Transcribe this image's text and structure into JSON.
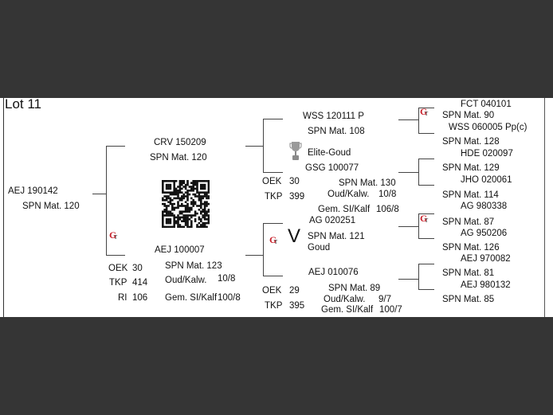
{
  "title": "Lot 11",
  "subject": {
    "id": "AEJ 190142",
    "mat": "SPN Mat. 120"
  },
  "sire": {
    "id": "CRV 150209",
    "mat": "SPN Mat. 120"
  },
  "dam": {
    "id": "AEJ 100007",
    "mat": "SPN Mat. 123",
    "oek_label": "OEK",
    "oek": "30",
    "tkp_label": "TKP",
    "tkp": "414",
    "ri_label": "RI",
    "ri": "106",
    "oud_label": "Oud/Kalw.",
    "oud": "10/8",
    "gem_label": "Gem. SI/Kalf",
    "gem": "100/8"
  },
  "sire_sire": {
    "id": "WSS 120111  P",
    "mat": "SPN Mat. 108"
  },
  "sire_dam": {
    "award": "Elite-Goud",
    "id": "GSG 100077",
    "mat": "SPN Mat. 130",
    "oek_label": "OEK",
    "oek": "30",
    "tkp_label": "TKP",
    "tkp": "399",
    "oud_label": "Oud/Kalw.",
    "oud": "10/8",
    "gem_label": "Gem. SI/Kalf",
    "gem": "106/8"
  },
  "dam_sire": {
    "id": "AG  020251",
    "grade": "V",
    "mat": "SPN Mat. 121",
    "award": "Goud"
  },
  "dam_dam": {
    "id": "AEJ 010076",
    "mat": "SPN Mat. 89",
    "oek_label": "OEK",
    "oek": "29",
    "tkp_label": "TKP",
    "tkp": "395",
    "oud_label": "Oud/Kalw.",
    "oud": "9/7",
    "gem_label": "Gem. SI/Kalf",
    "gem": "100/7"
  },
  "gen4": [
    {
      "id": "FCT 040101",
      "mat": "SPN Mat. 90"
    },
    {
      "id": "WSS 060005  Pp(c)",
      "mat": "SPN Mat. 128"
    },
    {
      "id": "HDE 020097",
      "mat": "SPN Mat. 129"
    },
    {
      "id": "JHO 020061",
      "mat": "SPN Mat. 114"
    },
    {
      "id": "AG  980338",
      "mat": "SPN Mat. 87"
    },
    {
      "id": "AG  950206",
      "mat": "SPN Mat. 126"
    },
    {
      "id": "AEJ 970082",
      "mat": "SPN Mat. 81"
    },
    {
      "id": "AEJ 980132",
      "mat": "SPN Mat. 85"
    }
  ],
  "colors": {
    "logo": "#c8202a",
    "background": "#353535"
  }
}
